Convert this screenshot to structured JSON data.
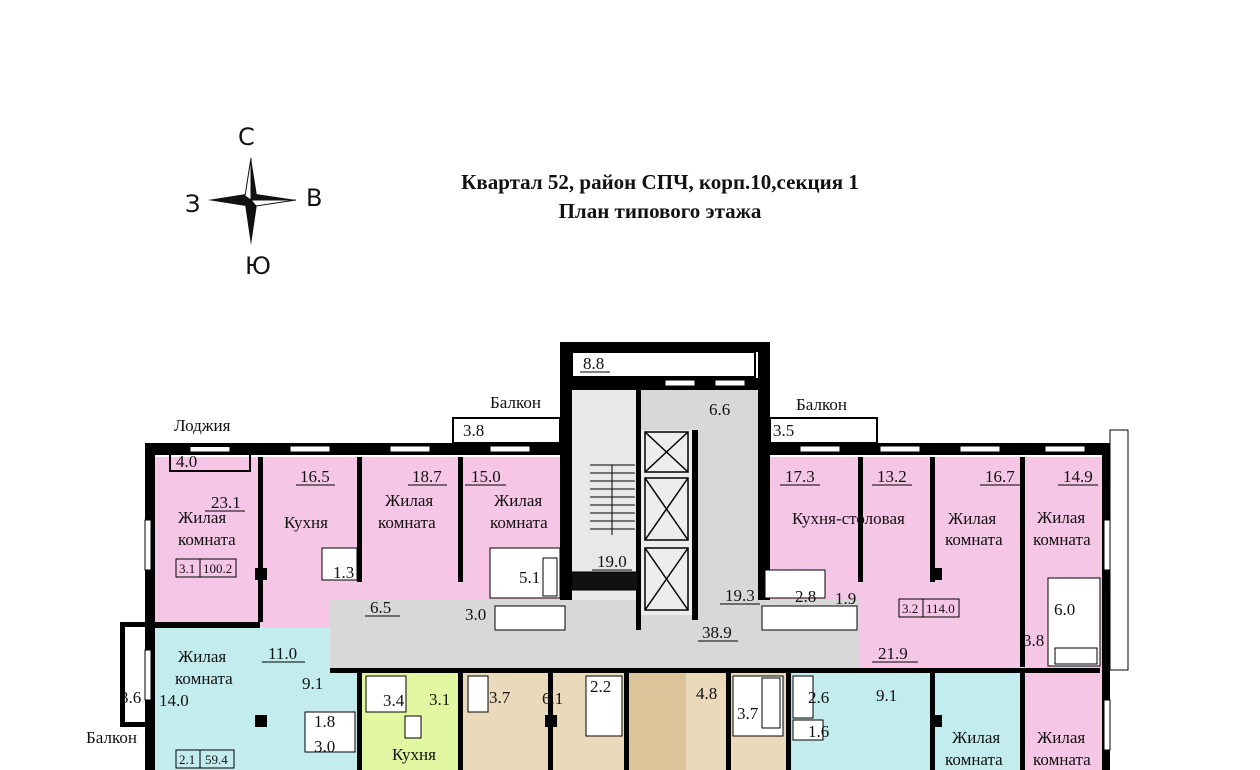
{
  "title": {
    "line1": "Квартал 52, район СПЧ, корп.10,секция 1",
    "line2": "План типового этажа"
  },
  "compass": {
    "north": "С",
    "south": "Ю",
    "west": "З",
    "east": "В"
  },
  "colors": {
    "pink": "#f5c6e6",
    "cyan": "#c3ecef",
    "lime": "#e3f7a3",
    "tan": "#ead9bb",
    "gray": "#d8d8d8",
    "wall": "#000000"
  },
  "labels": {
    "loggia": "Лоджия",
    "balcony_left": "Балкон",
    "balcony_right": "Балкон",
    "balcony_bottom_left": "Балкон",
    "living_room": "Жилая комната",
    "kitchen": "Кухня",
    "kitchen_dining": "Кухня-столовая"
  },
  "areas": {
    "a8_8": "8.8",
    "a6_6": "6.6",
    "a3_8_top": "3.8",
    "a3_5": "3.5",
    "a4_0": "4.0",
    "a23_1": "23.1",
    "a16_5": "16.5",
    "a18_7": "18.7",
    "a15_0": "15.0",
    "a17_3": "17.3",
    "a13_2": "13.2",
    "a16_7": "16.7",
    "a14_9": "14.9",
    "a1_3": "1.3",
    "a5_1": "5.1",
    "a19_0": "19.0",
    "a19_3": "19.3",
    "a2_8": "2.8",
    "a1_9": "1.9",
    "a6_0": "6.0",
    "a6_5": "6.5",
    "a3_0_mid": "3.0",
    "a11_0": "11.0",
    "a38_9": "38.9",
    "a21_9": "21.9",
    "a3_8_right": "3.8",
    "a9_1_left": "9.1",
    "a3_4": "3.4",
    "a3_1": "3.1",
    "a3_7_a": "3.7",
    "a6_1": "6.1",
    "a2_2": "2.2",
    "a4_8": "4.8",
    "a3_7_b": "3.7",
    "a2_6": "2.6",
    "a9_1_right": "9.1",
    "a1_6": "1.6",
    "a3_6": "3.6",
    "a14_0": "14.0",
    "a1_8": "1.8",
    "a3_0_bot": "3.0"
  },
  "apartments": {
    "apt_3_1": {
      "code": "3.1",
      "total": "100.2"
    },
    "apt_3_2": {
      "code": "3.2",
      "total": "114.0"
    },
    "apt_2_1": {
      "code": "2.1",
      "total": "59.4"
    }
  }
}
